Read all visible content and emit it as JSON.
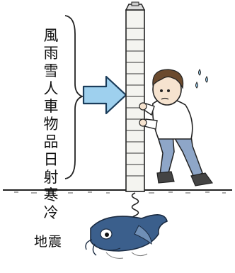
{
  "forces": {
    "lines": [
      "風",
      "雨",
      "雪",
      "人",
      "車",
      "物品",
      "日射",
      "寒冷"
    ]
  },
  "earthquake": {
    "label": "地震"
  },
  "colors": {
    "arrow_fill": "#9ed0ee",
    "arrow_stroke": "#1a3c5a",
    "pole_fill": "#f4f4f0",
    "shirt": "#ffffff",
    "jeans": "#8ea6c8",
    "catfish": "#3b5f8c",
    "ground": "#222222"
  }
}
